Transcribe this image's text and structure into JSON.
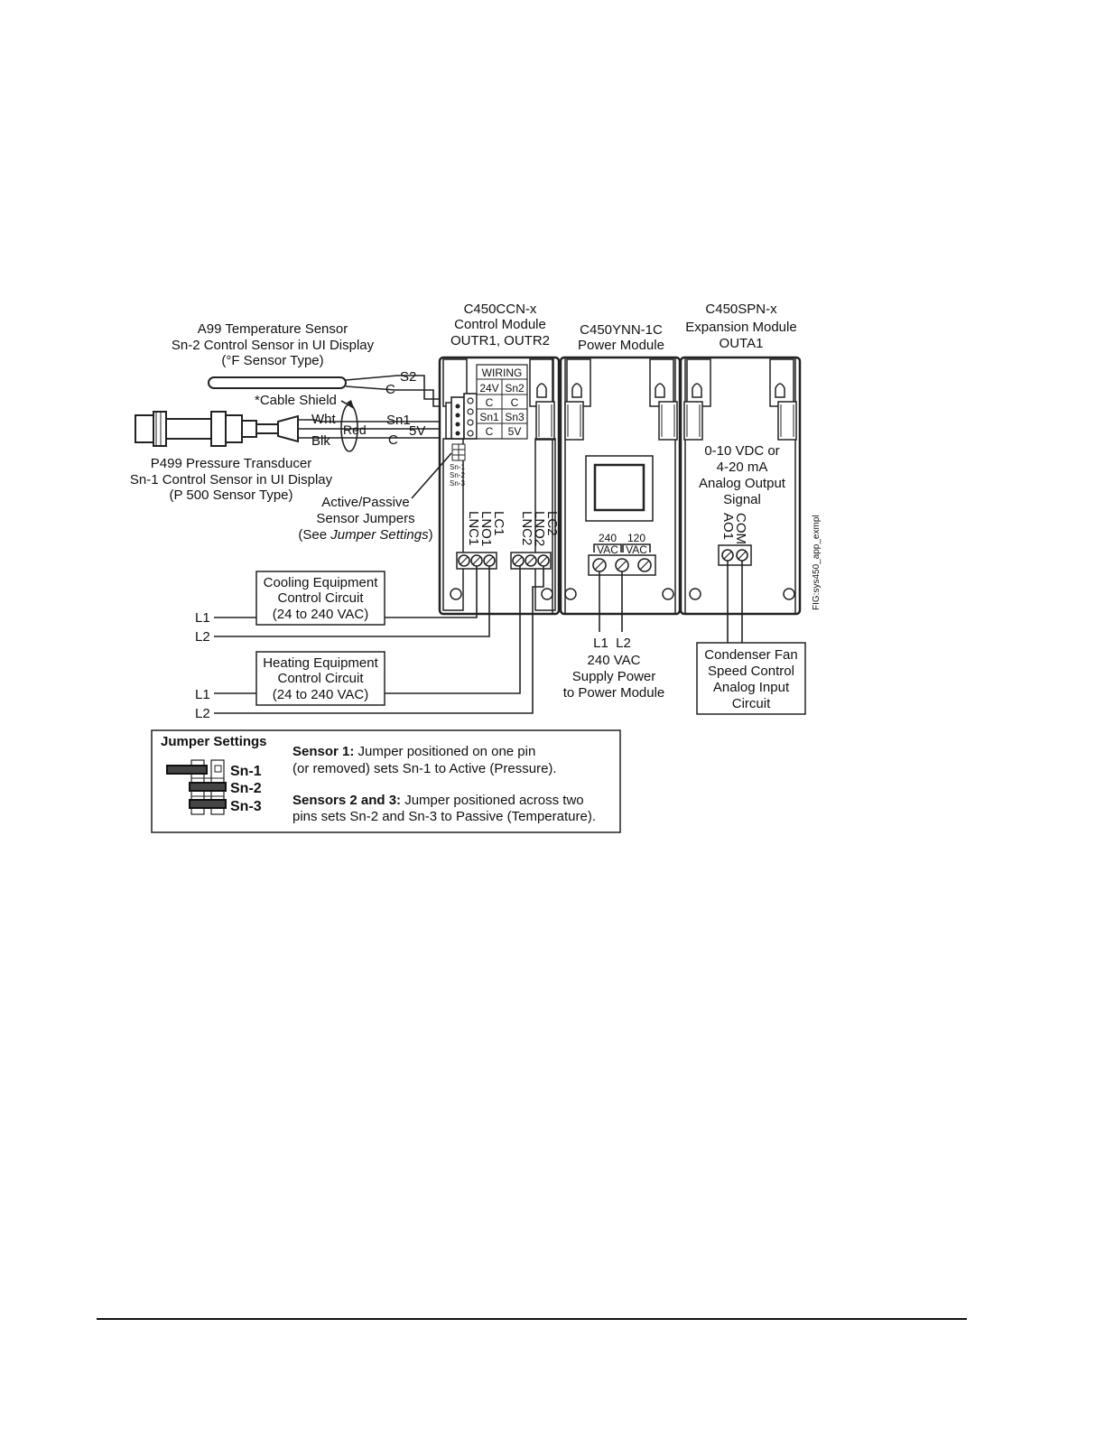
{
  "header": {
    "control_module": [
      "C450CCN-x",
      "Control Module",
      "OUTR1, OUTR2"
    ],
    "power_module": [
      "C450YNN-1C",
      "Power Module"
    ],
    "expansion_module": [
      "C450SPN-x",
      "Expansion Module",
      "OUTA1"
    ]
  },
  "a99": [
    "A99 Temperature Sensor",
    "Sn-2 Control Sensor in UI Display",
    "(°F Sensor Type)"
  ],
  "p499": [
    "P499 Pressure Transducer",
    "Sn-1 Control Sensor in UI Display",
    "(P 500 Sensor Type)"
  ],
  "wires": {
    "s2": "S2",
    "c_top": "C",
    "cable_shield": "*Cable Shield",
    "wht": "Wht",
    "red": "Red",
    "blk": "Blk",
    "sn1": "Sn1",
    "five_v": "5V",
    "c_bottom": "C"
  },
  "wiring_label": {
    "title": "WIRING",
    "left": [
      "24V",
      "C",
      "Sn1",
      "C"
    ],
    "right": [
      "Sn2",
      "C",
      "Sn3",
      "5V"
    ]
  },
  "mini_jumpers": [
    "Sn-1",
    "Sn-2",
    "Sn-3"
  ],
  "jumpers_callout": {
    "line1": "Active/Passive",
    "line2": "Sensor Jumpers",
    "line3_pre": "(See ",
    "line3_ital": "Jumper Settings",
    "line3_post": ")"
  },
  "relay1_terms": [
    "LC1",
    "LNO1",
    "LNC1"
  ],
  "relay2_terms": [
    "LC2",
    "LNO2",
    "LNC2"
  ],
  "power_terms": {
    "v240": "240",
    "v120": "120",
    "vac": "VAC"
  },
  "analog_terms": [
    "COM",
    "AO1"
  ],
  "analog_output": [
    "0-10 VDC or",
    "4-20 mA",
    "Analog Output",
    "Signal"
  ],
  "cooling_box": [
    "Cooling Equipment",
    "Control Circuit",
    "(24 to 240 VAC)"
  ],
  "heating_box": [
    "Heating Equipment",
    "Control Circuit",
    "(24 to 240 VAC)"
  ],
  "lines": {
    "l1": "L1",
    "l2": "L2"
  },
  "supply": [
    "L1  L2",
    "240 VAC",
    "Supply Power",
    "to Power Module"
  ],
  "condenser": [
    "Condenser Fan",
    "Speed Control",
    "Analog Input",
    "Circuit"
  ],
  "fig_id": "FIG:sys450_app_exmpl",
  "jumper_settings": {
    "title": "Jumper Settings",
    "labels": [
      "Sn-1",
      "Sn-2",
      "Sn-3"
    ],
    "s1_bold": "Sensor 1:",
    "s1_rest": " Jumper positioned on one pin",
    "s1_line2": "(or removed) sets Sn-1 to Active (Pressure).",
    "s23_bold": "Sensors 2 and 3:",
    "s23_rest": " Jumper positioned across two",
    "s23_line2": "pins sets Sn-2 and Sn-3 to Passive (Temperature)."
  }
}
